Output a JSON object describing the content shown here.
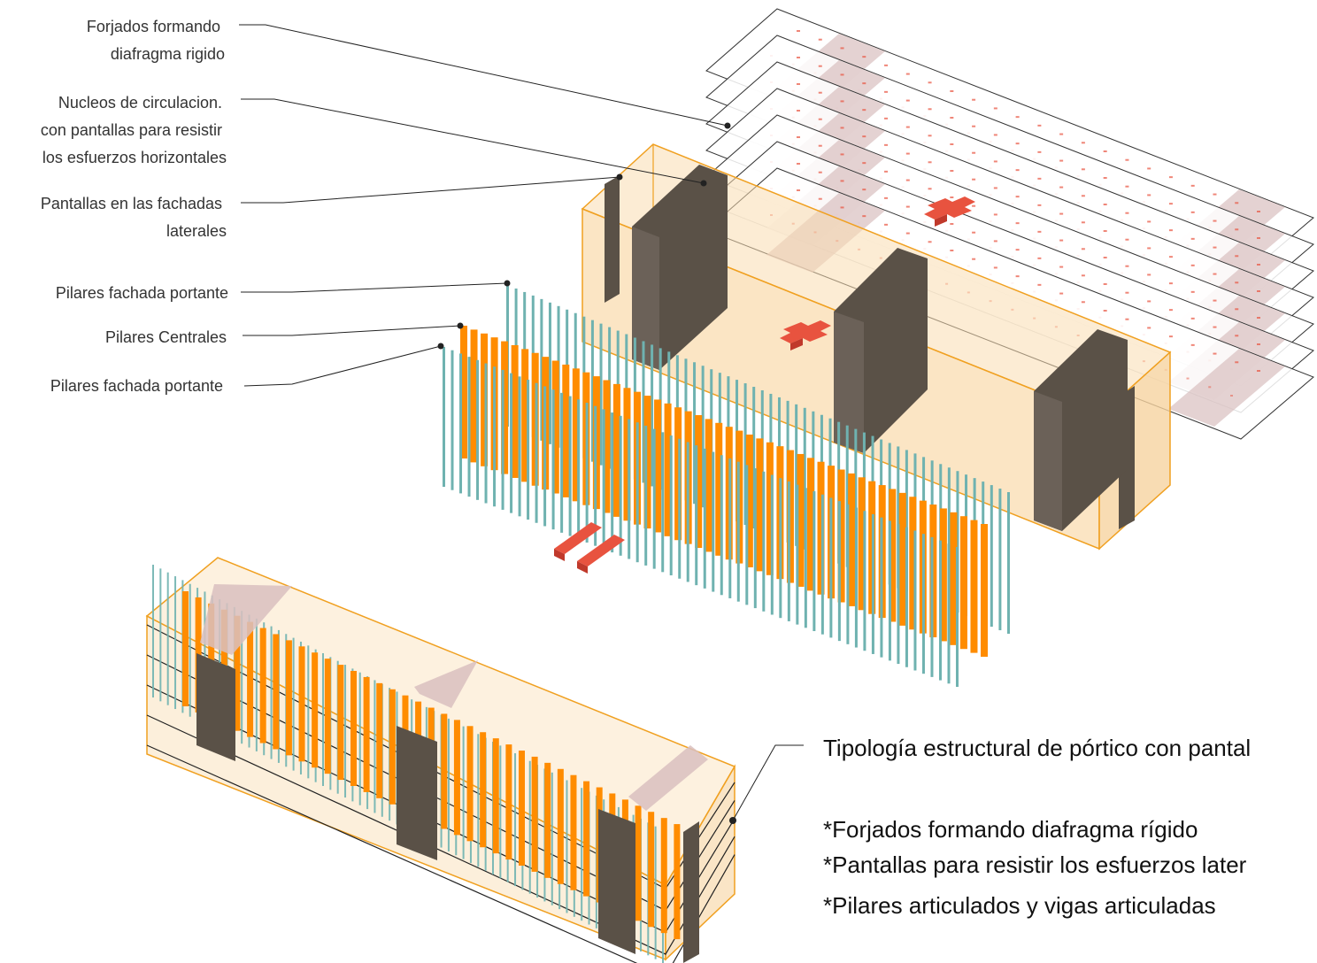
{
  "labels": [
    {
      "id": "forjados",
      "lines": [
        "Forjados formando",
        "diafragma rigido"
      ]
    },
    {
      "id": "nucleos",
      "lines": [
        "Nucleos de circulacion.",
        "con pantallas para resistir",
        "los esfuerzos horizontales"
      ]
    },
    {
      "id": "pantallas",
      "lines": [
        "Pantallas en las fachadas",
        "laterales"
      ]
    },
    {
      "id": "pilares-fachada-1",
      "lines": [
        "Pilares fachada portante"
      ]
    },
    {
      "id": "pilares-centrales",
      "lines": [
        "Pilares Centrales"
      ]
    },
    {
      "id": "pilares-fachada-2",
      "lines": [
        "Pilares fachada portante"
      ]
    }
  ],
  "caption": {
    "title": "Tipología estructural de pórtico con pantal",
    "bullets": [
      "*Forjados formando diafragma rígido",
      "*Pantallas para resistir los esfuerzos later",
      "*Pilares articulados y vigas articuladas"
    ]
  },
  "colors": {
    "text": "#333333",
    "leader": "#222222",
    "volume_fill": "#f9dcb0",
    "volume_edge": "#f0a020",
    "wall_dark": "#5a5147",
    "wall_mid": "#6b6158",
    "column_orange": "#ff8c00",
    "column_teal": "#6fb2b0",
    "slab_core": "#d9bfbf",
    "arrow_red": "#e8533f"
  }
}
